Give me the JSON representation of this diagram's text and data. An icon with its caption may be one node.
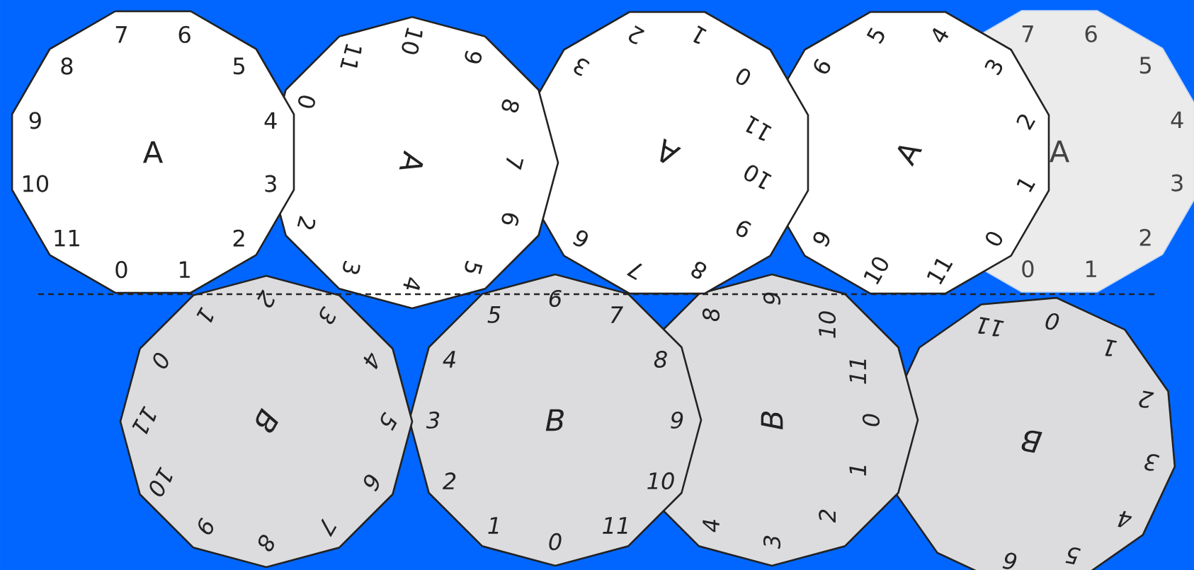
{
  "diagram": {
    "nodes": [
      {
        "text": [
          "A",
          "0",
          "1",
          "2",
          "3",
          "4",
          "5",
          "6",
          "7",
          "8",
          "9",
          "10",
          "11"
        ]
      },
      {
        "text": [
          "A",
          "0",
          "2",
          "3",
          "4",
          "5",
          "6",
          "7",
          "8",
          "9",
          "10",
          "11"
        ]
      },
      {
        "text": [
          "A",
          "0",
          "1",
          "2",
          "3",
          "6",
          "7",
          "8",
          "9",
          "10",
          "11"
        ]
      },
      {
        "text": [
          "A",
          "0",
          "1",
          "2",
          "3",
          "4",
          "5",
          "6",
          "9",
          "10",
          "11"
        ]
      },
      {
        "text": [
          "A",
          "0",
          "1",
          "2",
          "3",
          "4",
          "5",
          "6",
          "7"
        ]
      },
      {
        "text": [
          "B",
          "0",
          "1",
          "2",
          "3",
          "4",
          "5",
          "6",
          "7",
          "8",
          "9",
          "10",
          "11"
        ]
      },
      {
        "text": [
          "B",
          "0",
          "1",
          "2",
          "3",
          "4",
          "5",
          "6",
          "7",
          "8",
          "9",
          "10",
          "11"
        ]
      },
      {
        "text": [
          "B",
          "0",
          "1",
          "2",
          "3",
          "4",
          "8",
          "9",
          "10",
          "11"
        ]
      },
      {
        "text": [
          "B",
          "0",
          "1",
          "2",
          "3",
          "4",
          "5",
          "6",
          "11"
        ]
      }
    ]
  }
}
